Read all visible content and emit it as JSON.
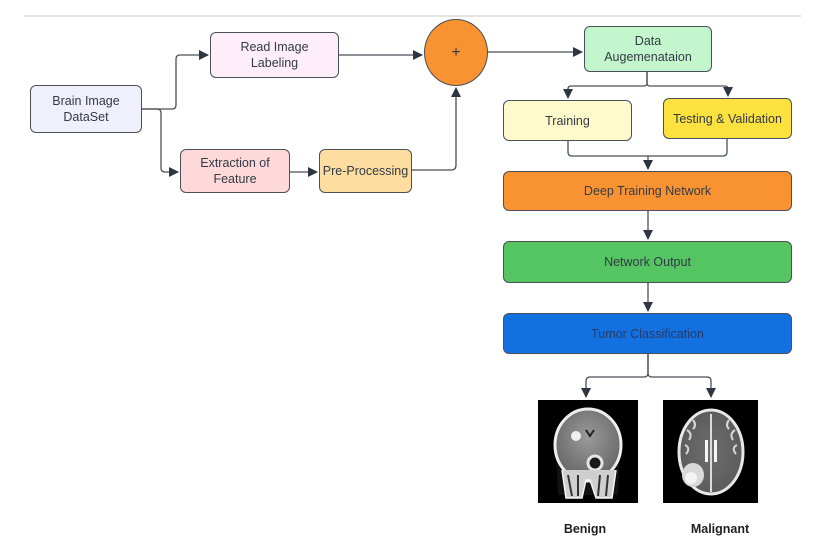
{
  "diagram": {
    "nodes": {
      "brain_dataset": {
        "label": "Brain Image DataSet",
        "line1": "Brain Image",
        "line2": "DataSet",
        "fill": "#eff0fc"
      },
      "read_labeling": {
        "label": "Read Image Labeling",
        "line1": "Read Image",
        "line2": "Labeling",
        "fill": "#fdeefa"
      },
      "extraction": {
        "label": "Extraction of Feature",
        "line1": "Extraction of",
        "line2": "Feature",
        "fill": "#fdd9da"
      },
      "preprocessing": {
        "label": "Pre-Processing",
        "fill": "#fddea0"
      },
      "combine": {
        "label": "+",
        "fill": "#f99331"
      },
      "augmentation": {
        "label": "Data Augemenataion",
        "line1": "Data",
        "line2": "Augemenataion",
        "fill": "#c4f6cd"
      },
      "training": {
        "label": "Training",
        "fill": "#fefacb"
      },
      "testing_validation": {
        "label": "Testing & Validation",
        "fill": "#fde23f"
      },
      "deep_network": {
        "label": "Deep Training Network",
        "fill": "#f99331"
      },
      "network_output": {
        "label": "Network Output",
        "fill": "#55c463"
      },
      "tumor_classification": {
        "label": "Tumor Classification",
        "fill": "#1270e0"
      }
    },
    "outputs": {
      "benign": {
        "caption": "Benign",
        "image": "coronal brain MRI scan"
      },
      "malignant": {
        "caption": "Malignant",
        "image": "axial brain MRI scan"
      }
    },
    "edges": [
      [
        "brain_dataset",
        "read_labeling"
      ],
      [
        "brain_dataset",
        "extraction"
      ],
      [
        "extraction",
        "preprocessing"
      ],
      [
        "read_labeling",
        "combine"
      ],
      [
        "preprocessing",
        "combine"
      ],
      [
        "combine",
        "augmentation"
      ],
      [
        "augmentation",
        "training"
      ],
      [
        "augmentation",
        "testing_validation"
      ],
      [
        "training",
        "deep_network"
      ],
      [
        "testing_validation",
        "deep_network"
      ],
      [
        "deep_network",
        "network_output"
      ],
      [
        "network_output",
        "tumor_classification"
      ],
      [
        "tumor_classification",
        "benign"
      ],
      [
        "tumor_classification",
        "malignant"
      ]
    ],
    "edge_color": "#4b4f57",
    "arrow_color": "#2e3440"
  }
}
